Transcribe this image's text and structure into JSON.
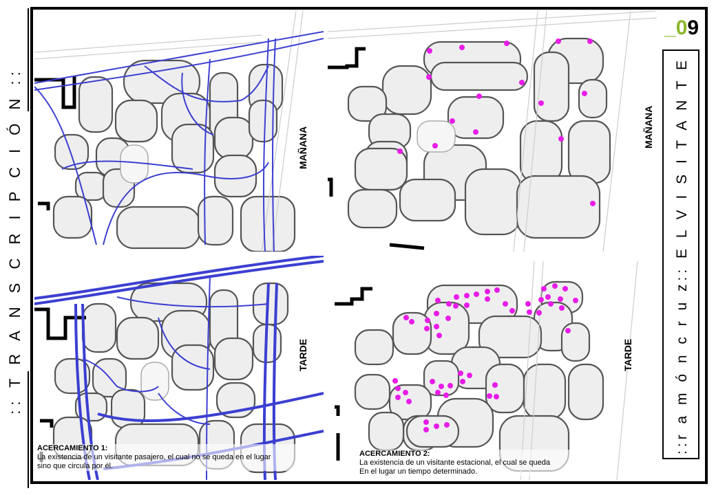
{
  "side_title": ":: T R A N S C R I P C I Ó N ::",
  "sheet_number": {
    "prefix": "_",
    "first": "0",
    "second": "9"
  },
  "right_title": "::r a m ó n  c r u z:: E L V I S I T A N T E",
  "panels": {
    "top_left": {
      "time_label": "MAÑANA"
    },
    "top_right": {
      "time_label": "MAÑANA"
    },
    "bottom_left": {
      "time_label": "TARDE"
    },
    "bottom_right": {
      "time_label": "TARDE"
    }
  },
  "captions": {
    "approach1": {
      "title": "ACERCAMIENTO  1:",
      "line1": "La existencia de un visitante pasajero, el cual no se queda en el lugar",
      "line2": "sino que circula por él."
    },
    "approach2": {
      "title": "ACERCAMIENTO  2:",
      "line1": "La existencia de un visitante estacional, el cual se queda",
      "line2": "En el lugar un tiempo determinado."
    }
  },
  "colors": {
    "path_blue": "#3b3fd1",
    "visitor_magenta": "#e81ce8",
    "accent_green": "#8db82a"
  }
}
